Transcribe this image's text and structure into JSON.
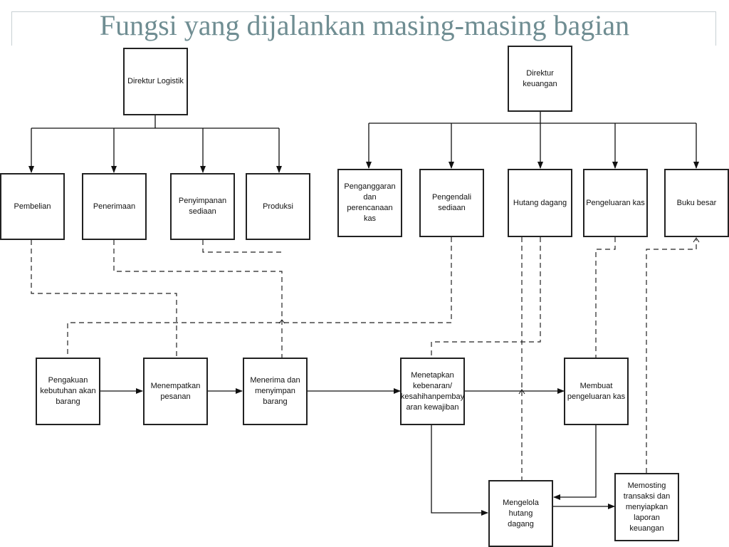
{
  "title": "Fungsi yang dijalankan masing-masing bagian",
  "nodes": {
    "direktur_logistik": "Direktur Logistik",
    "direktur_keuangan": "Direktur keuangan",
    "pembelian": "Pembelian",
    "penerimaan": "Penerimaan",
    "penyimpanan": "Penyimpanan\nsediaan",
    "produksi": "Produksi",
    "penganggaran": "Penganggaran\ndan perencanaan\nkas",
    "pengendali": "Pengendali\nsediaan",
    "hutang_dagang": "Hutang dagang",
    "pengeluaran_kas": "Pengeluaran kas",
    "buku_besar": "Buku besar",
    "pengakuan": "Pengakuan\nkebutuhan akan\nbarang",
    "menempatkan": "Menempatkan\npesanan",
    "menerima": "Menerima dan\nmenyimpan\nbarang",
    "menetapkan": "Menetapkan\nkebenaran/\nkesahihanpembay\naran kewajiban",
    "membuat": "Membuat\npengeluaran kas",
    "mengelola": "Mengelola hutang\ndagang",
    "memosting": "Memosting\ntransaksi dan\nmenyiapkan\nlaporan keuangan"
  }
}
